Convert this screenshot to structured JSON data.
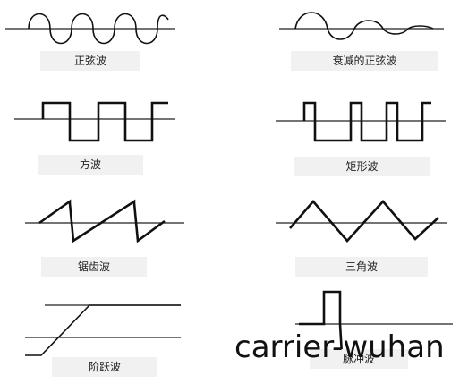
{
  "waveforms": {
    "sine": {
      "label": "正弦波"
    },
    "damped_sine": {
      "label": "衰减的正弦波"
    },
    "square": {
      "label": "方波"
    },
    "rectangular": {
      "label": "矩形波"
    },
    "sawtooth": {
      "label": "锯齿波"
    },
    "triangle": {
      "label": "三角波"
    },
    "step": {
      "label": "阶跃波"
    },
    "pulse": {
      "label": "脉冲波"
    }
  },
  "watermark": "carrier-wuhan"
}
